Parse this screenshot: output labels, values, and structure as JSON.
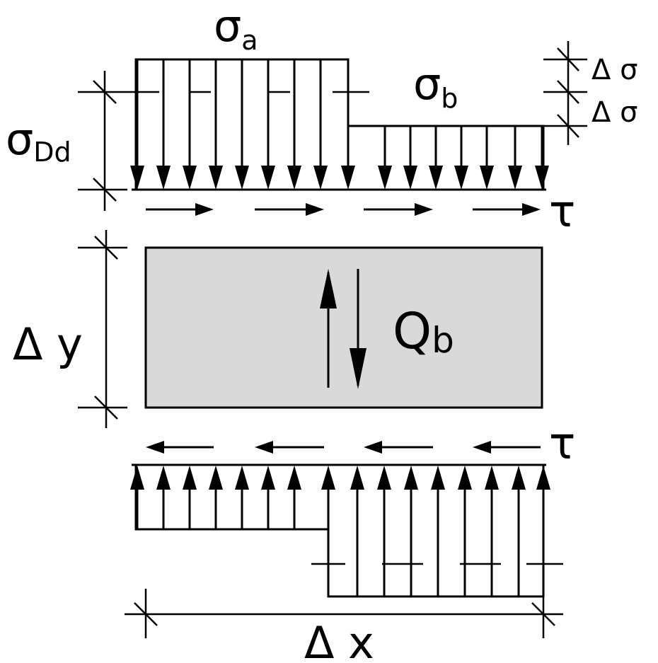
{
  "labels": {
    "sigma_a": {
      "main": "σ",
      "sub": "a"
    },
    "sigma_b": {
      "main": "σ",
      "sub": "b"
    },
    "sigma_dd": {
      "main": "σ",
      "sub": "Dd"
    },
    "delta_sigma_top": "Δ σ",
    "delta_sigma_bottom": "Δ σ",
    "tau_top": "τ",
    "tau_bottom": "τ",
    "q_b": {
      "main": "Q",
      "sub": "b"
    },
    "delta_y": "Δ y",
    "delta_x": "Δ x"
  },
  "colors": {
    "stroke": "#000000",
    "block_fill": "#d9d9d9",
    "background": "#ffffff"
  }
}
